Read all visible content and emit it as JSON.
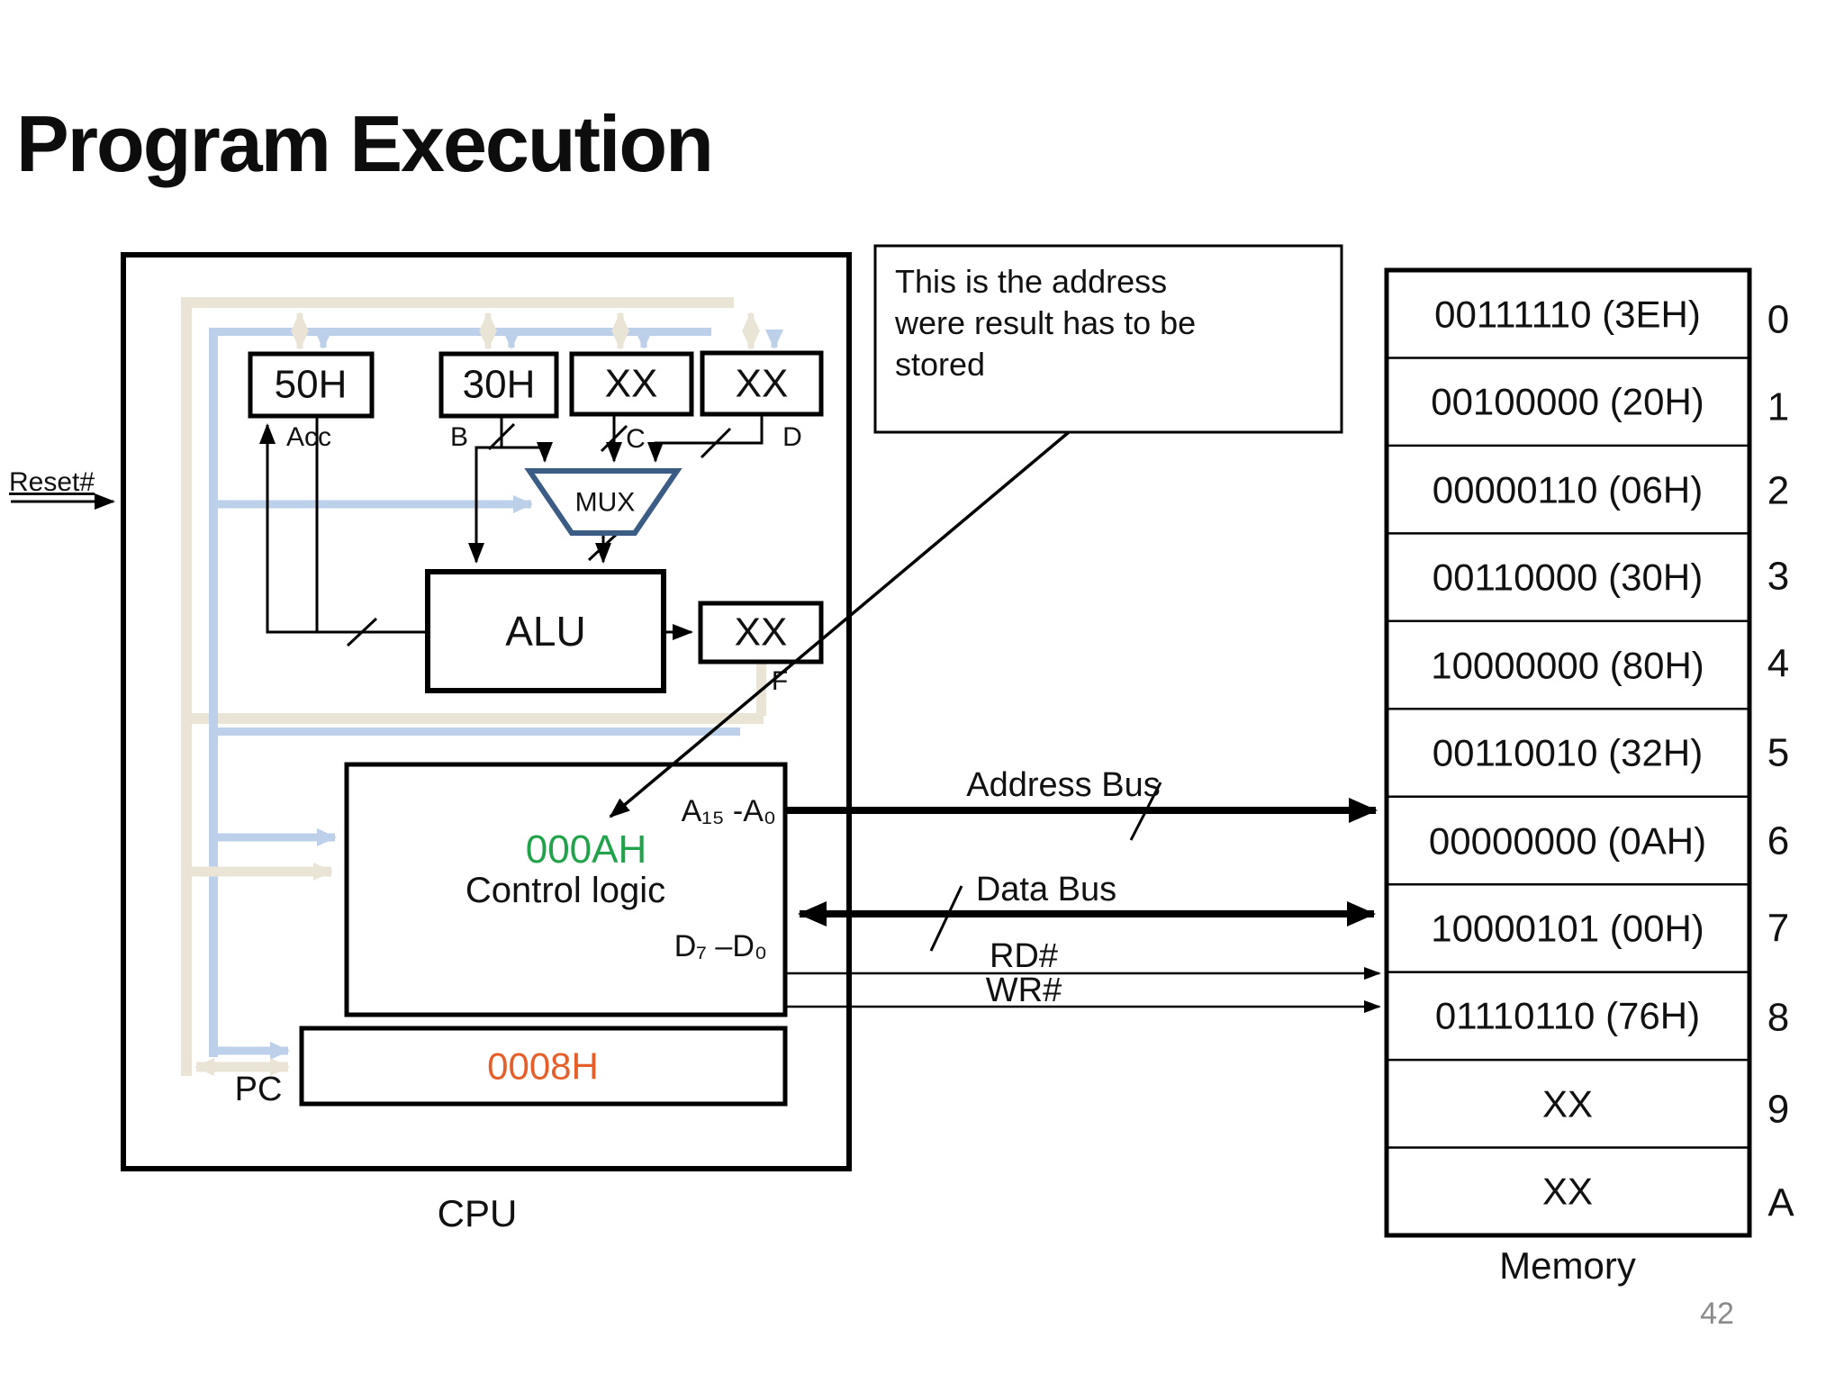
{
  "slide": {
    "title": "Program Execution",
    "page_number": "42"
  },
  "cpu": {
    "label": "CPU",
    "reset_label": "Reset#",
    "registers": [
      {
        "value": "50H",
        "label": "Acc"
      },
      {
        "value": "30H",
        "label": "B"
      },
      {
        "value": "XX",
        "label": "C"
      },
      {
        "value": "XX",
        "label": "D"
      }
    ],
    "mux_label": "MUX",
    "alu_label": "ALU",
    "flag_register": {
      "value": "XX",
      "label": "F"
    },
    "control_logic": {
      "address_value": "000AH",
      "label": "Control logic",
      "address_pins": "A₁₅ -A₀",
      "data_pins": "D₇ –D₀"
    },
    "pc": {
      "label": "PC",
      "value": "0008H"
    }
  },
  "callout": {
    "lines": [
      "This is the address",
      "were result has to be",
      "stored"
    ]
  },
  "buses": {
    "address": "Address Bus",
    "data": "Data Bus",
    "rd": "RD#",
    "wr": "WR#"
  },
  "memory": {
    "label": "Memory",
    "rows": [
      {
        "value": "00111110 (3EH)",
        "address": "0"
      },
      {
        "value": "00100000 (20H)",
        "address": "1"
      },
      {
        "value": "00000110 (06H)",
        "address": "2"
      },
      {
        "value": "00110000 (30H)",
        "address": "3"
      },
      {
        "value": "10000000 (80H)",
        "address": "4"
      },
      {
        "value": "00110010 (32H)",
        "address": "5"
      },
      {
        "value": "00000000 (0AH)",
        "address": "6"
      },
      {
        "value": "10000101 (00H)",
        "address": "7"
      },
      {
        "value": "01110110 (76H)",
        "address": "8"
      },
      {
        "value": "XX",
        "address": "9"
      },
      {
        "value": "XX",
        "address": "A"
      }
    ]
  },
  "colors": {
    "beige_bus": "#e9e4d6",
    "blue_bus": "#bdd0e9",
    "mux_stroke": "#3b5c85",
    "highlight_green": "#21a24b",
    "highlight_orange": "#e65f2a",
    "page_number_gray": "#8a8a8a"
  }
}
